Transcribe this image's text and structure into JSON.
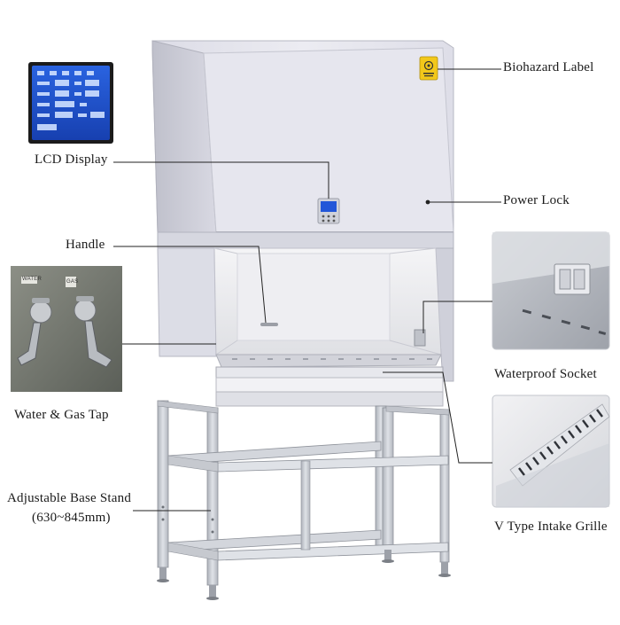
{
  "callouts": {
    "biohazard_label": "Biohazard Label",
    "lcd_display": "LCD Display",
    "power_lock": "Power Lock",
    "handle": "Handle",
    "waterproof_socket": "Waterproof Socket",
    "water_gas_tap": "Water & Gas Tap",
    "v_type_intake_grille": "V Type Intake Grille",
    "adjustable_base_stand_line1": "Adjustable Base Stand",
    "adjustable_base_stand_line2": "(630~845mm)"
  },
  "tap_tags": {
    "left": "WATER",
    "right": "GAS"
  },
  "icons": [
    "biohazard-icon",
    "lcd-display-icon",
    "water-tap-icon",
    "gas-tap-icon",
    "socket-icon",
    "grille-icon"
  ],
  "colors": {
    "cabinet_body": "#e3e3ea",
    "cabinet_shade": "#cfcfd8",
    "lcd_blue": "#1f4fc8",
    "frame_steel": "#c9ccd3",
    "biohazard_yellow": "#f2c81a",
    "leader_line": "#222222"
  }
}
